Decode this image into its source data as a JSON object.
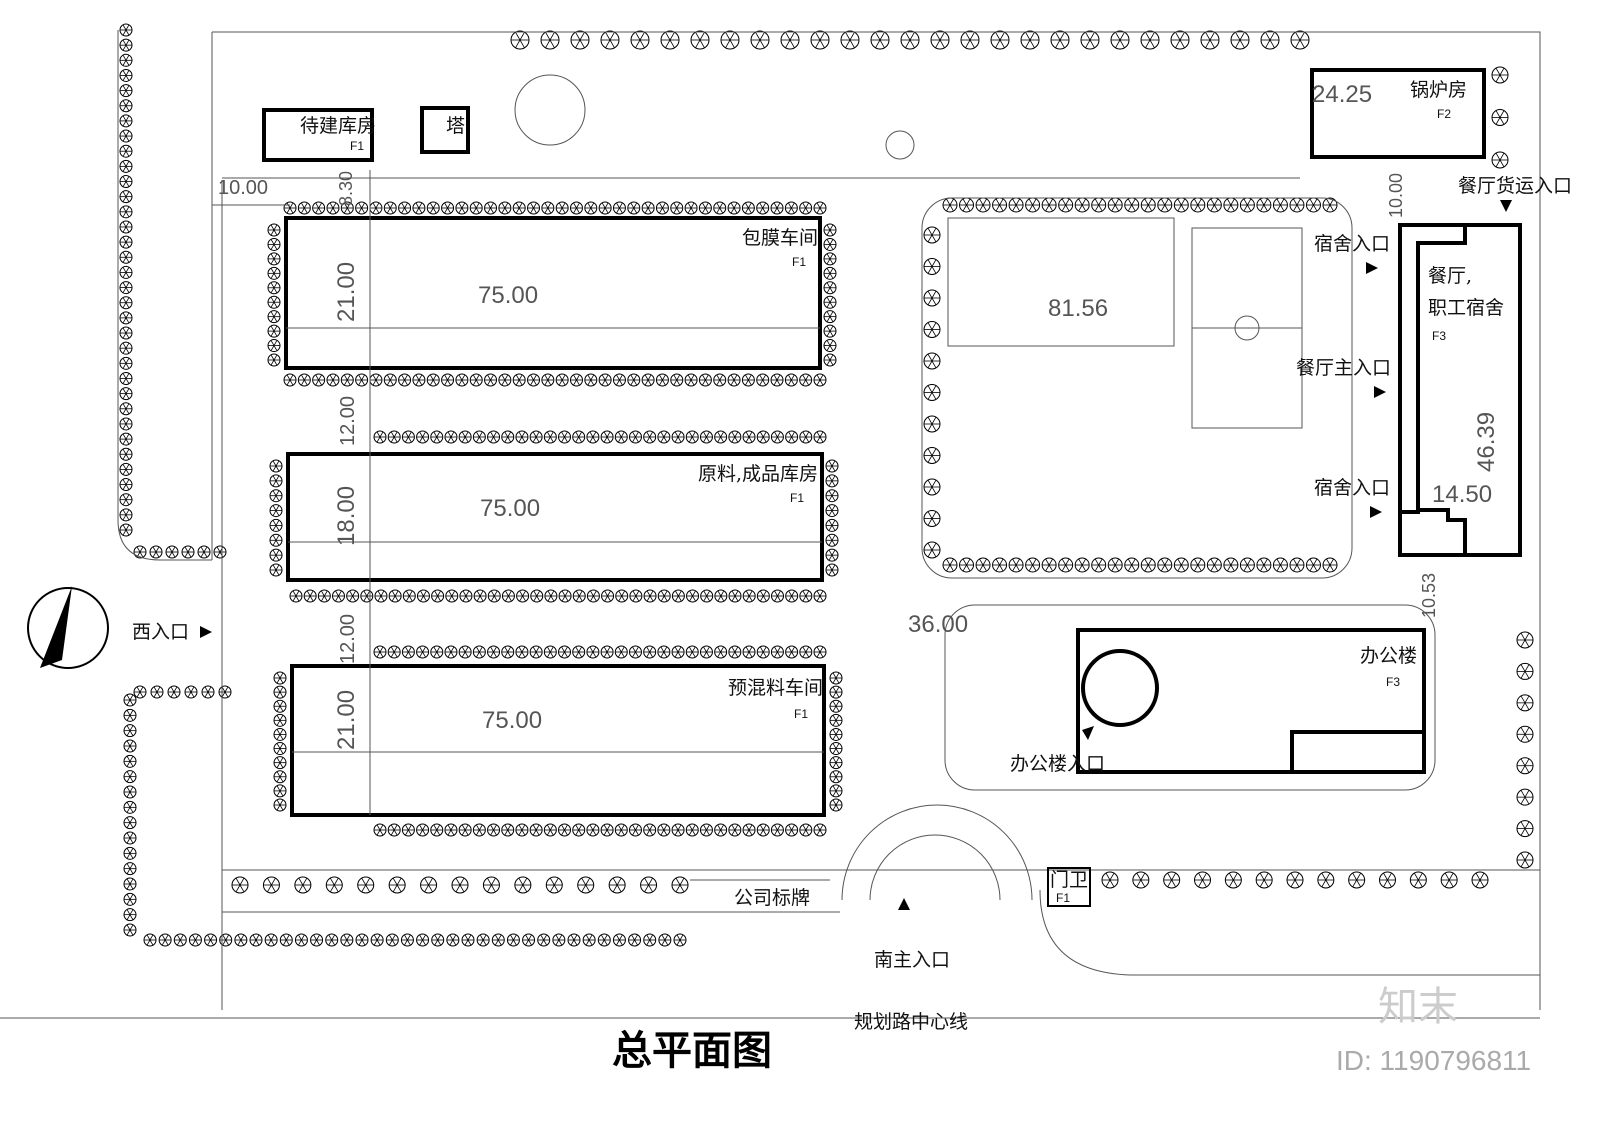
{
  "title": "总平面图",
  "road_label": "规划路中心线",
  "buildings": {
    "storage_future": {
      "name": "待建库房",
      "floors": "F1"
    },
    "tower": {
      "name": "塔"
    },
    "boiler": {
      "name": "锅炉房",
      "floors": "F2",
      "width": "24.25"
    },
    "film_workshop": {
      "name": "包膜车间",
      "floors": "F1",
      "length": "75.00",
      "depth": "21.00"
    },
    "warehouse": {
      "name": "原料,成品库房",
      "floors": "F1",
      "length": "75.00",
      "depth": "18.00"
    },
    "premix_workshop": {
      "name": "预混料车间",
      "floors": "F1",
      "length": "75.00",
      "depth": "21.00"
    },
    "canteen_dorm": {
      "name_line1": "餐厅,",
      "name_line2": "职工宿舍",
      "floors": "F3",
      "length": "46.39",
      "width": "14.50"
    },
    "office": {
      "name": "办公楼",
      "floors": "F3",
      "width": "36.00"
    },
    "guard": {
      "name": "门卫",
      "floors": "F1"
    }
  },
  "dimensions": {
    "west_setback": "10.00",
    "gap_top": "8.30",
    "gap_1": "12.00",
    "gap_2": "12.00",
    "field": "81.56",
    "north_gap": "10.00",
    "east_gap": "10.53"
  },
  "entrances": {
    "west": "西入口",
    "south_main": "南主入口",
    "office": "办公楼入口",
    "canteen_cargo": "餐厅货运入口",
    "canteen_main": "餐厅主入口",
    "dorm_1": "宿舍入口",
    "dorm_2": "宿舍入口"
  },
  "company_sign": "公司标牌",
  "watermark": {
    "logo": "知末",
    "id": "ID: 1190796811"
  }
}
